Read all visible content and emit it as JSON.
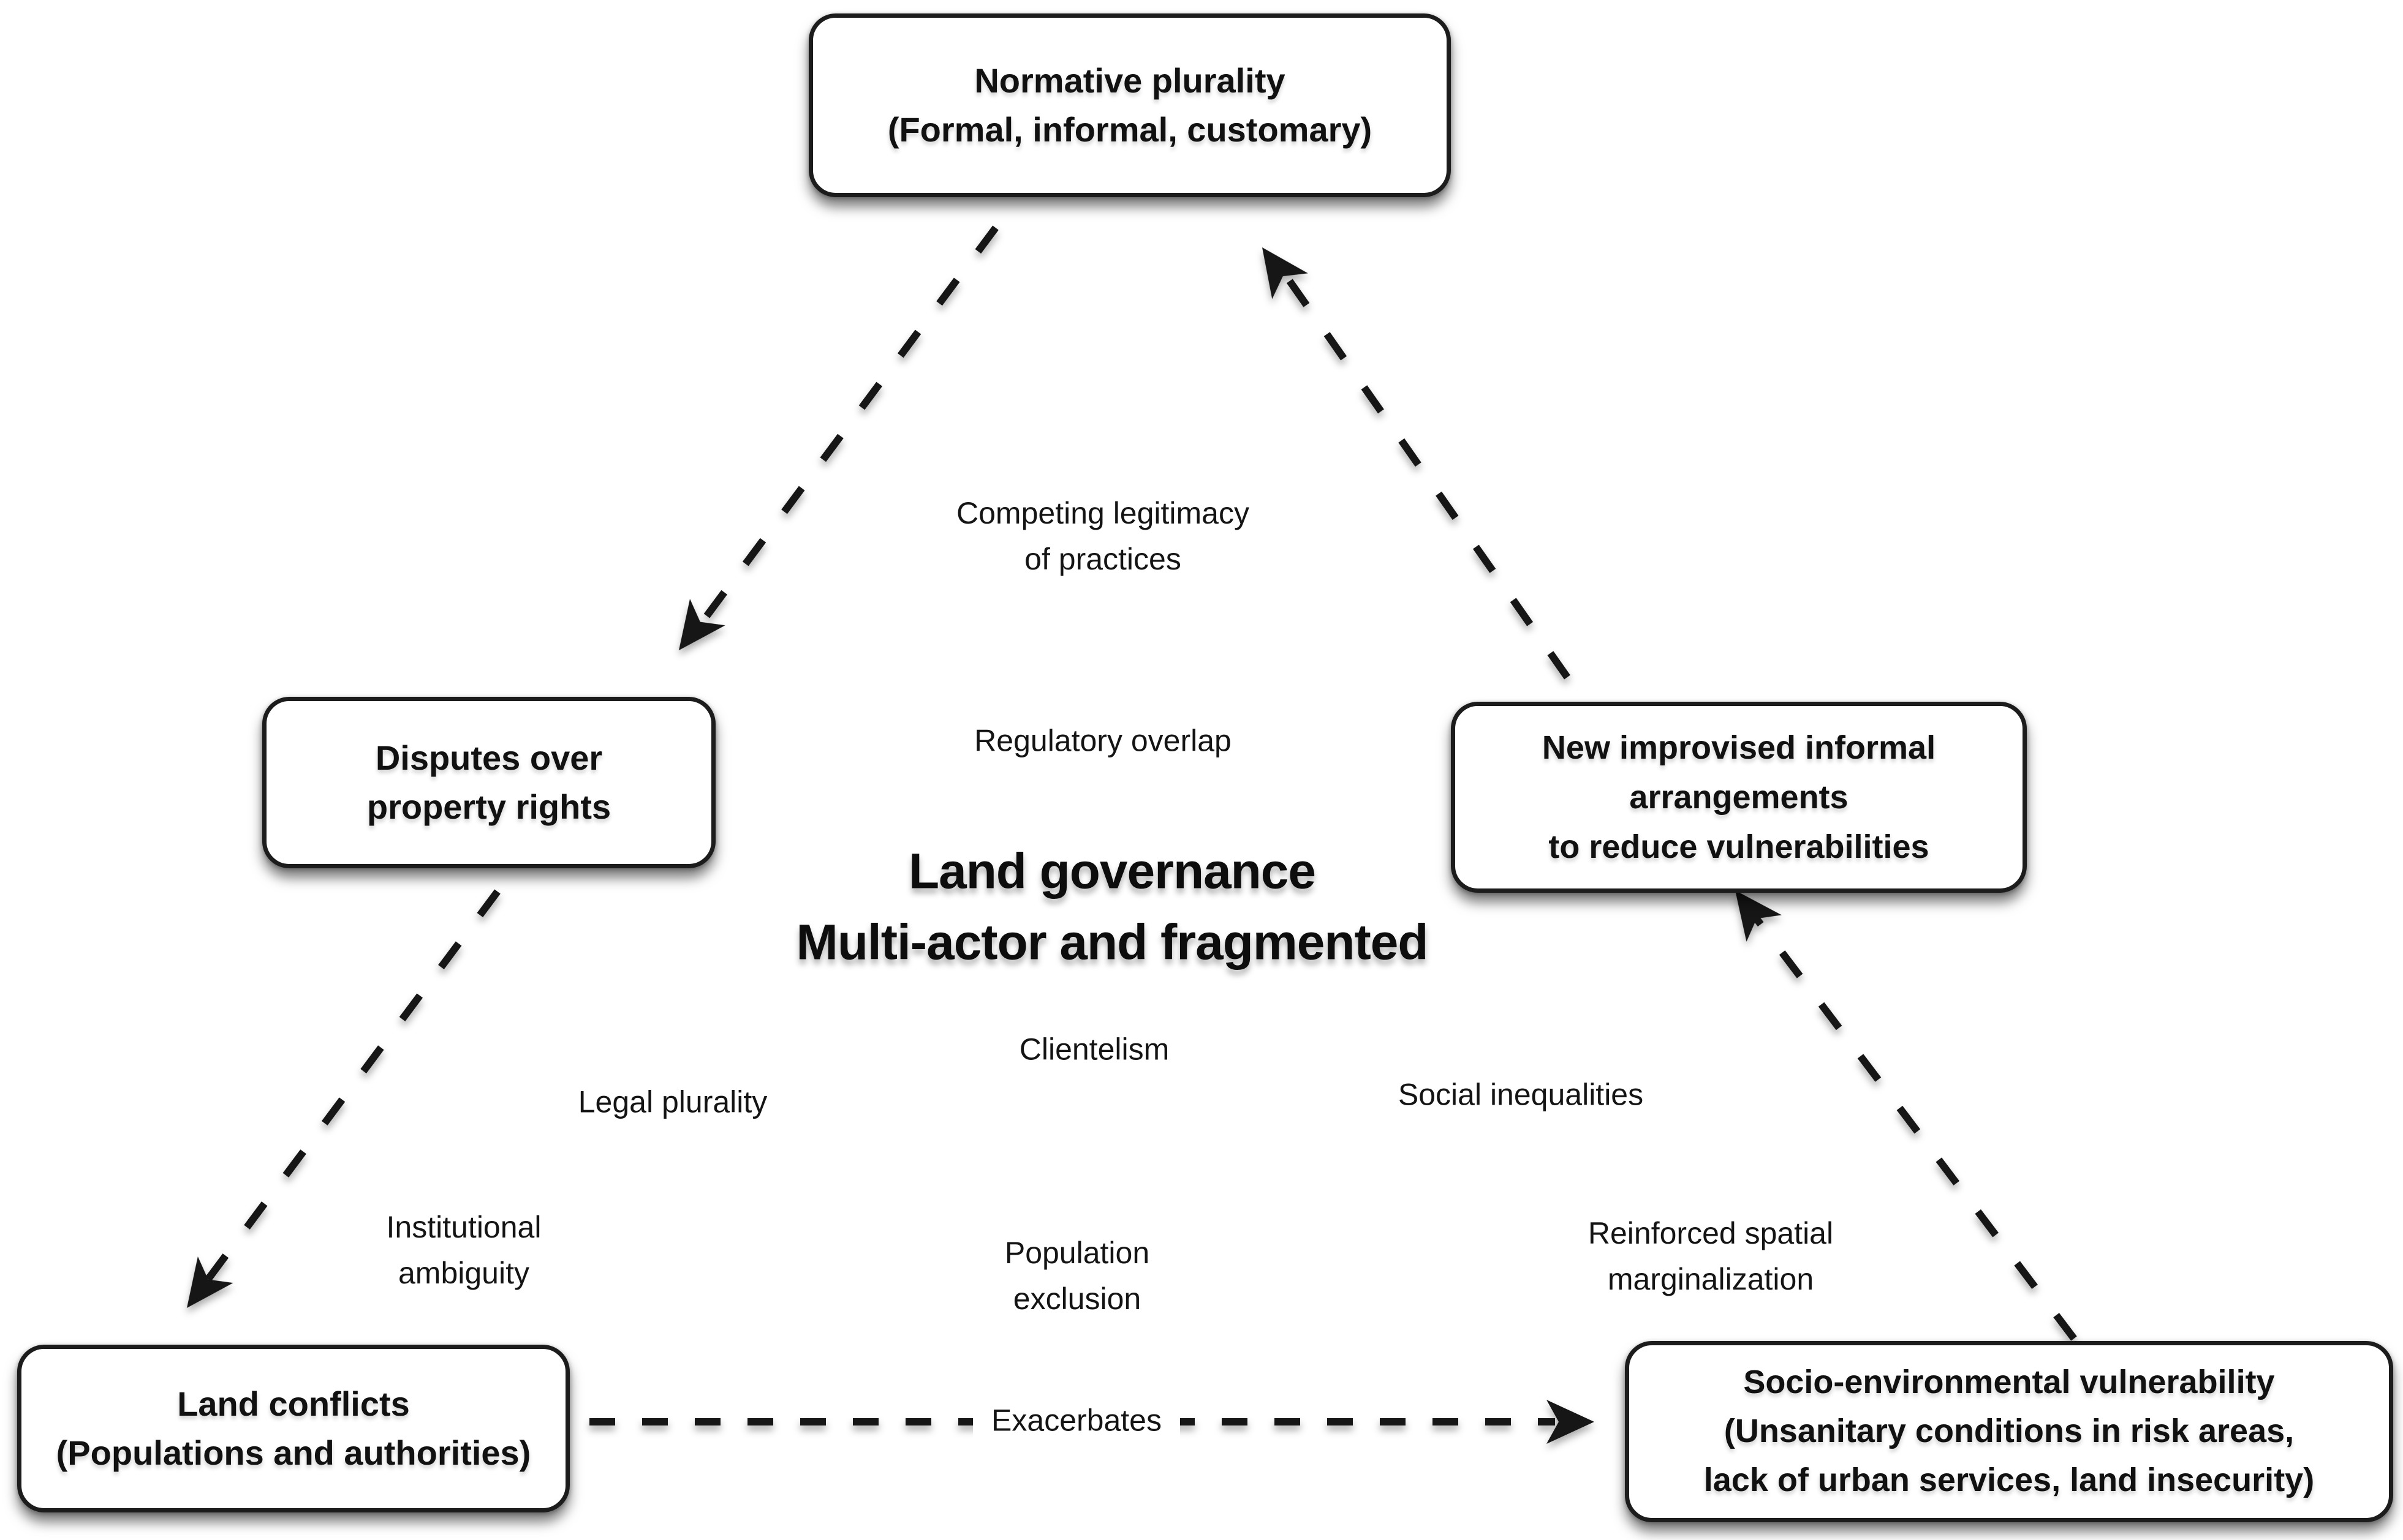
{
  "diagram": {
    "title": "Land governance\nMulti-actor and fragmented",
    "nodes": {
      "normative_plurality": "Normative plurality\n(Formal, informal, customary)",
      "disputes": "Disputes over\nproperty rights",
      "new_arrangements": "New improvised informal\narrangements\nto reduce vulnerabilities",
      "land_conflicts": "Land conflicts\n(Populations and authorities)",
      "socio_environmental": "Socio-environmental vulnerability\n(Unsanitary conditions in risk areas,\nlack of urban services, land insecurity)"
    },
    "labels": {
      "competing_legitimacy": "Competing legitimacy\nof practices",
      "regulatory_overlap": "Regulatory overlap",
      "clientelism": "Clientelism",
      "legal_plurality": "Legal plurality",
      "social_inequalities": "Social inequalities",
      "institutional_ambiguity": "Institutional\nambiguity",
      "reinforced_marginalization": "Reinforced spatial\nmarginalization",
      "population_exclusion": "Population\nexclusion",
      "exacerbates": "Exacerbates"
    },
    "colors": {
      "background": "#ffffff",
      "box_fill": "#ffffff",
      "box_border": "#1c1c1c",
      "line": "#141414",
      "text": "#111111"
    }
  }
}
